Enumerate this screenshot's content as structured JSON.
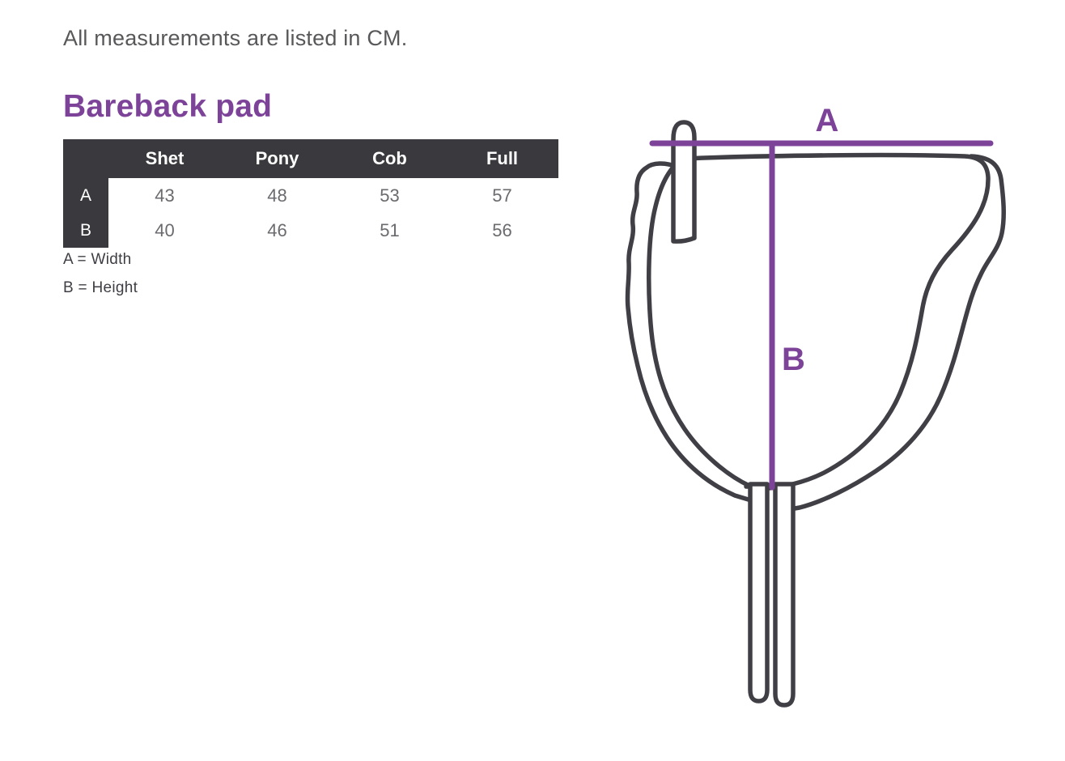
{
  "note": "All measurements are listed in CM.",
  "section": {
    "title": "Bareback pad"
  },
  "table": {
    "corner_label": "",
    "columns": [
      "Shet",
      "Pony",
      "Cob",
      "Full"
    ],
    "rows": [
      {
        "label": "A",
        "values": [
          "43",
          "48",
          "53",
          "57"
        ]
      },
      {
        "label": "B",
        "values": [
          "40",
          "46",
          "51",
          "56"
        ]
      }
    ]
  },
  "legend": {
    "width": "A = Width",
    "height": "B = Height"
  },
  "diagram": {
    "a_label": "A",
    "b_label": "B"
  },
  "colors": {
    "accent_purple": "#7C4399",
    "outline_dark": "#403F45",
    "table_header_bg": "#3A393E",
    "table_alt_row_bg": "#ECECEC",
    "note_text": "#58585A",
    "value_text": "#6B6A6E"
  }
}
